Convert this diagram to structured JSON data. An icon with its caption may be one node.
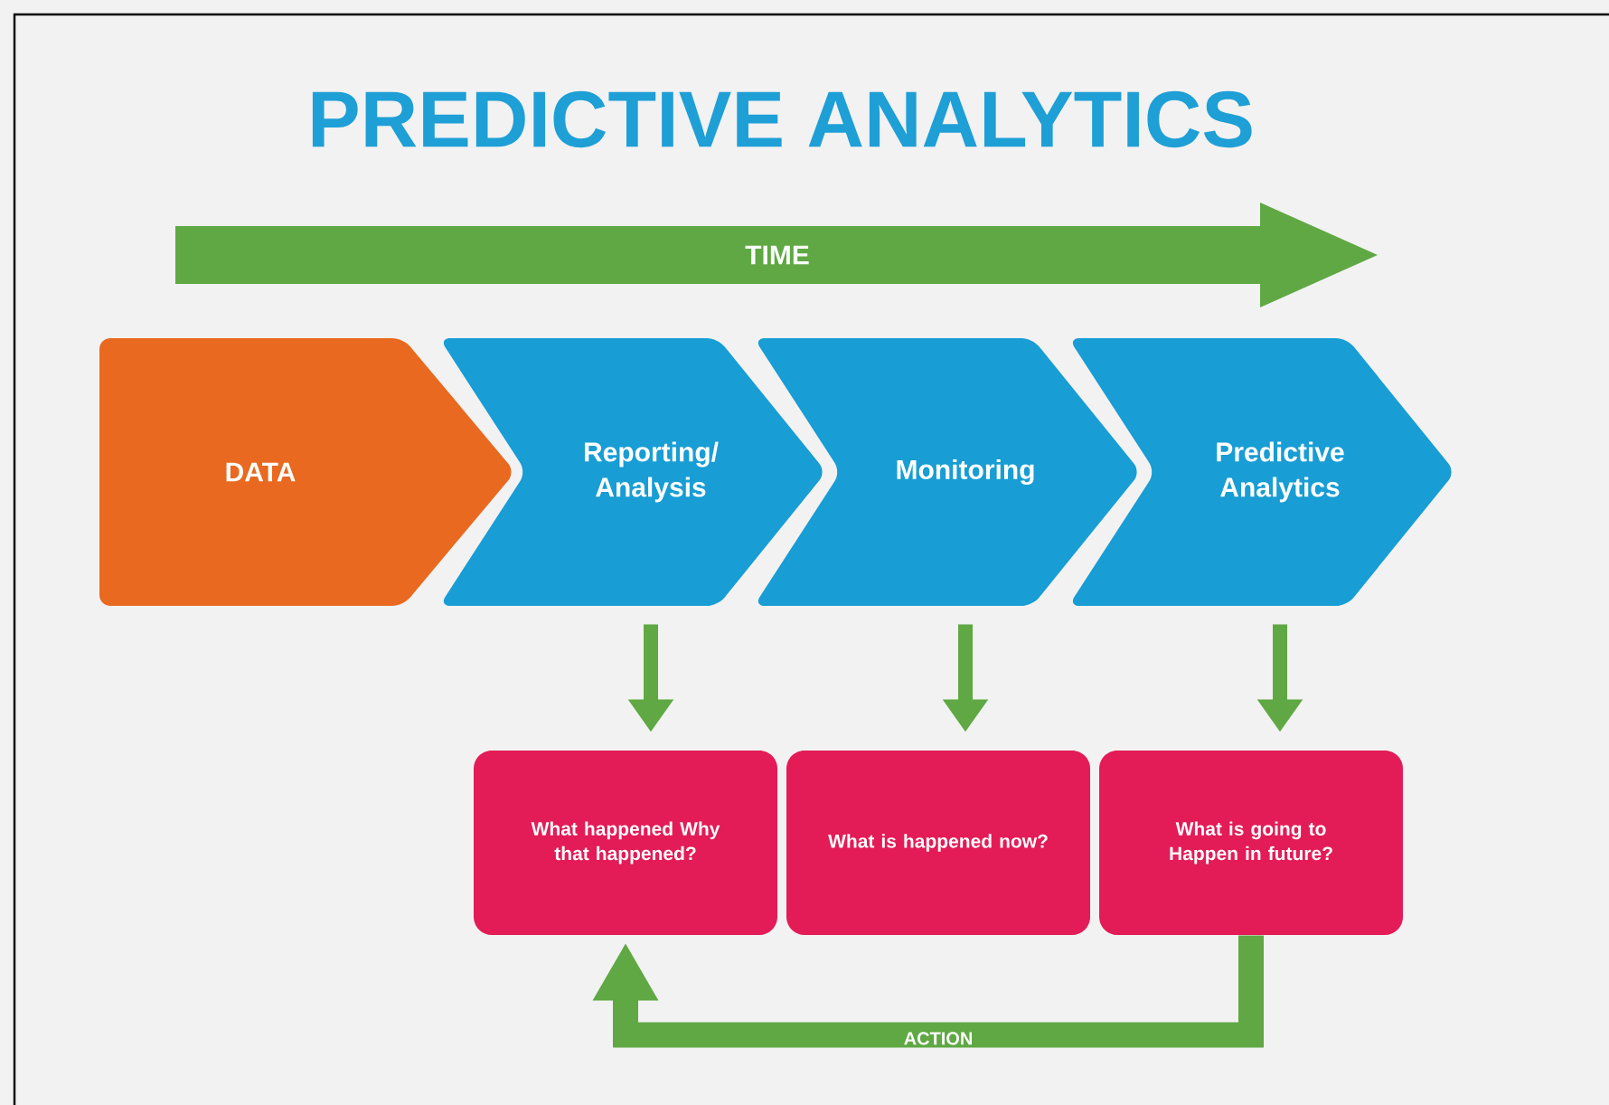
{
  "diagram": {
    "title": "PREDICTIVE ANALYTICS",
    "nodes": [
      {
        "text": [
          "DATA"
        ]
      },
      {
        "text": [
          "Reporting/ Analysis"
        ]
      },
      {
        "text": [
          "Monitoring"
        ]
      },
      {
        "text": [
          "Predictive Analytics"
        ]
      },
      {
        "text": [
          "What happened Why that happened?"
        ]
      },
      {
        "text": [
          "What is happened now?"
        ]
      },
      {
        "text": [
          "What is going to Happen in future?"
        ]
      }
    ],
    "edges": [
      {
        "from": 1,
        "to": 4,
        "arrow": "to"
      },
      {
        "from": 2,
        "to": 5,
        "arrow": "to"
      },
      {
        "from": 3,
        "to": 6,
        "arrow": "to"
      },
      {
        "from": 6,
        "to": 4,
        "arrow": "to",
        "label": "ACTION"
      }
    ],
    "labels": [
      "TIME"
    ]
  }
}
